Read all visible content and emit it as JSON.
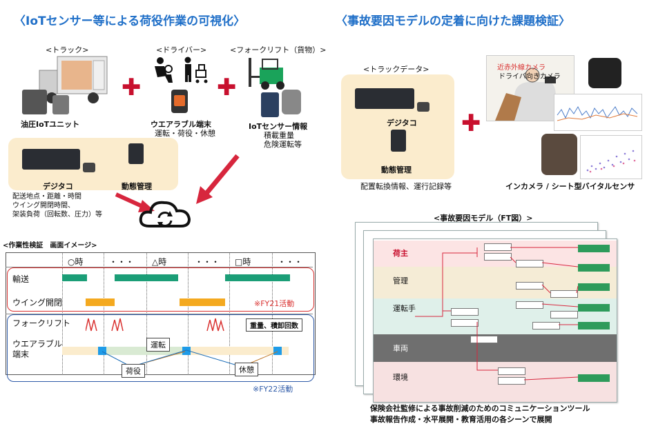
{
  "left": {
    "title": "〈IoTセンサー等による荷役作業の可視化〉",
    "truck_label": "<トラック>",
    "driver_label": "<ドライバー>",
    "forklift_label": "<フォークリフト（貨物）>",
    "hydraulic_unit": "油圧IoTユニット",
    "wearable_name": "ウエアラブル端末",
    "wearable_desc": "運転・荷役・休憩",
    "iot_info_title": "IoTセンサー情報",
    "iot_info_line1": "積載重量",
    "iot_info_line2": "危険運転等",
    "digitaco": "デジタコ",
    "dotai": "動態管理",
    "details_line1": "配送地点・距離・時間",
    "details_line2": "ウイング開閉時間、",
    "details_line3": "架装負荷（回転数、圧力）等",
    "screen_title": "<作業性検証　画面イメージ>",
    "time_headers": [
      "○時",
      "・・・",
      "△時",
      "・・・",
      "□時",
      "・・・"
    ],
    "row_transport": "輸送",
    "row_wing": "ウイング開閉",
    "row_forklift": "フォークリフト",
    "row_wearable_1": "ウエアラブル",
    "row_wearable_2": "端末",
    "fy21": "※FY21活動",
    "fy22": "※FY22活動",
    "weight_box": "重量、積卸回数",
    "drive_label": "運転",
    "cargo_label": "荷役",
    "rest_label": "休憩"
  },
  "right": {
    "title": "〈事故要因モデルの定着に向けた課題検証〉",
    "truck_data_label": "<トラックデータ>",
    "digitaco": "デジタコ",
    "dotai": "動態管理",
    "dispatch_info": "配置転換情報、運行記録等",
    "camera_label_1": "近赤外線カメラ",
    "camera_label_2": "ドライバ向きカメラ",
    "incam_label": "インカメラ / シート型バイタルセンサ",
    "ft_title": "<事故要因モデル（FT図）>",
    "ft_categories": [
      "荷主",
      "管理",
      "運転手",
      "車両",
      "環境"
    ],
    "footer_line1": "保険会社監修による事故削減のためのコミュニケーションツール",
    "footer_line2": "事故報告作成・水平展開・教育活用の各シーンで展開"
  },
  "colors": {
    "title_blue": "#1f6fc8",
    "plus_red": "#c8102e",
    "teal_bar": "#1b9e77",
    "orange_bar": "#f4a91f",
    "wearable_blue": "#1e9be8",
    "panel_tan": "#fbeccd"
  },
  "icons": [
    "cloud-sync-icon",
    "red-arrow-icon",
    "plus-icon",
    "driver-seat-icon",
    "cart-person-icon",
    "forklift-icon",
    "truck-icon"
  ]
}
